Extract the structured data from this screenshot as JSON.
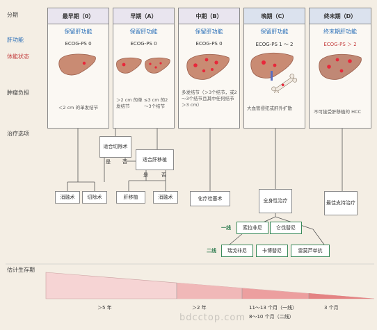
{
  "row_labels": {
    "stage": "分期",
    "liver_function": "肝功能",
    "performance_status": "体能状态",
    "tumor_burden": "肿瘤负担",
    "treatment": "治疗选项",
    "survival": "估计生存期"
  },
  "stages": [
    {
      "title": "最早期（0）",
      "function": "保留肝功能",
      "ecog": "ECOG-PS 0",
      "desc": "＜2 cm 的单发结节"
    },
    {
      "title": "早期（A）",
      "function": "保留肝功能",
      "ecog": "ECOG-PS 0",
      "desc_left": "＞2 cm 的单发结节",
      "desc_right": "≤3 cm 的2～3个结节"
    },
    {
      "title": "中期（B）",
      "function": "保留肝功能",
      "ecog": "ECOG-PS 0",
      "desc": "多发结节（＞3个结节，或2～3个结节且其中任何结节＞3 cm）"
    },
    {
      "title": "晚期（C）",
      "function": "保留肝功能",
      "ecog": "ECOG-PS 1 ～ 2",
      "desc": "大血管侵犯或肝外扩散"
    },
    {
      "title": "终末期（D）",
      "function": "终末期肝功能",
      "ecog": "ECOG-PS ＞ 2",
      "desc": "不可接受肝移植的 HCC"
    }
  ],
  "decisions": {
    "resection_candidate": "适合切除术",
    "transplant_candidate": "适合肝移植",
    "yes": "是",
    "no": "否"
  },
  "treatments": {
    "ablation_1": "消融术",
    "resection": "切除术",
    "transplant": "肝移植",
    "ablation_2": "消融术",
    "tace": "化疗栓塞术",
    "systemic": "全身性治疗",
    "best_support": "最佳支持治疗",
    "first_line_label": "一线",
    "second_line_label": "二线",
    "first_line": [
      "索拉非尼",
      "仑伐替尼"
    ],
    "second_line": [
      "瑞戈非尼",
      "卡博替尼",
      "雷莫芦单抗"
    ]
  },
  "survival": {
    "early": "＞5 年",
    "intermediate": "＞2 年",
    "advanced_1": "11～13 个月（一线）",
    "advanced_2": "8～10 个月（二线）",
    "terminal": "3 个月"
  },
  "watermark": "bdcctop.com"
}
